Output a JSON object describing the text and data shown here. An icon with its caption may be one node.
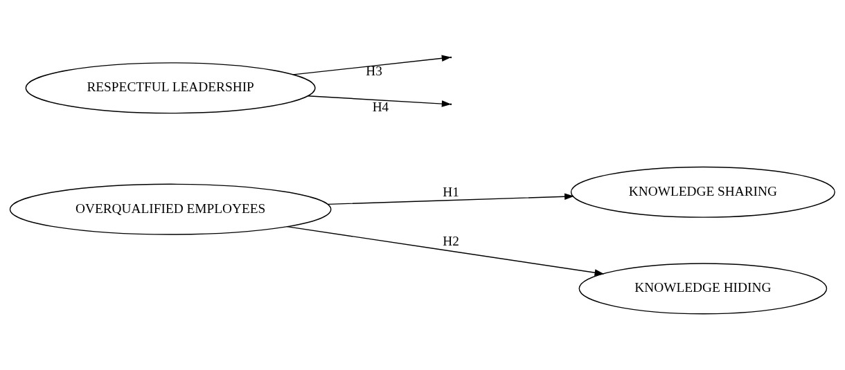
{
  "diagram": {
    "nodes": [
      {
        "text": [
          "KNOWLEDGE SHARING"
        ]
      },
      {
        "text": [
          "OVERQUALIFIED EMPLOYEES"
        ]
      },
      {
        "text": [
          "KNOWLEDGE HIDING"
        ]
      },
      {
        "text": [
          "RESPECTFUL LEADERSHIP"
        ]
      }
    ],
    "edges": [
      {
        "from": 1,
        "to": 0,
        "arrow": "to",
        "label": "H1"
      },
      {
        "from": 1,
        "to": 2,
        "arrow": "to",
        "label": "H2"
      },
      {
        "from": 3,
        "to": null,
        "arrow": "to",
        "label": "H3"
      },
      {
        "from": 3,
        "to": null,
        "arrow": "to",
        "label": "H4"
      }
    ]
  }
}
